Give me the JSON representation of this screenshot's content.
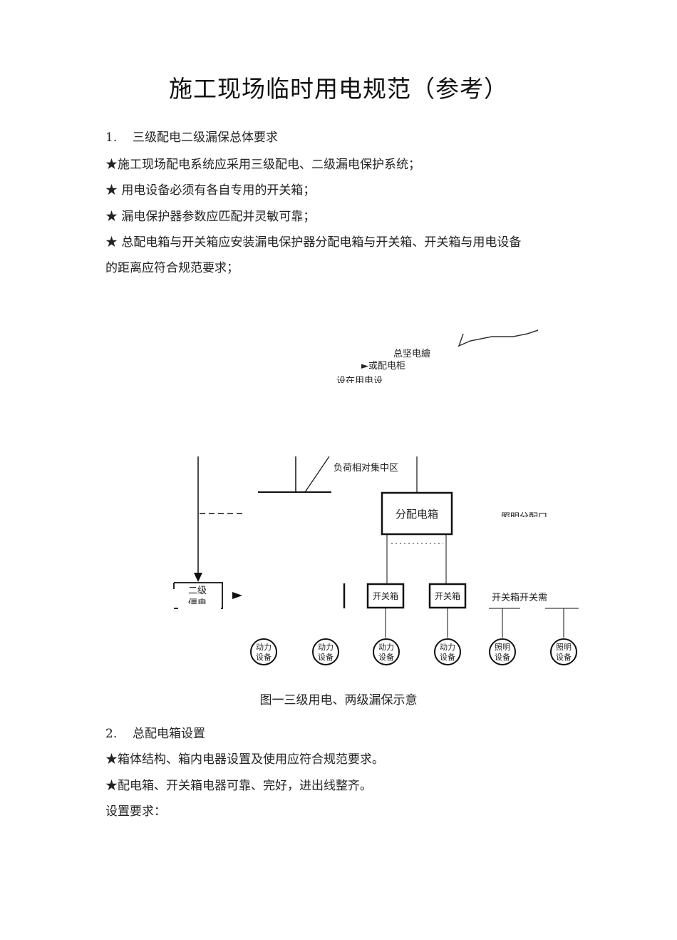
{
  "title": "施工现场临时用电规范（参考）",
  "section1": {
    "number": "1.",
    "heading": "三级配电二级漏保总体要求",
    "items": [
      "★施工现场配电系统应采用三级配电、二级漏电保护系统；",
      "★ 用电设备必须有各自专用的开关箱；",
      "★ 漏电保护器参数应匹配并灵敏可靠；",
      "★ 总配电箱与开关箱应安装漏电保护器分配电箱与开关箱、开关箱与用电设备",
      "的距离应符合规范要求；"
    ]
  },
  "diagram": {
    "main_box_label_1": "总坚电繪",
    "main_box_label_2": "►或配电柜",
    "device_area_label": "设在用电设",
    "load_area_label": "负荷相对集中区",
    "distribution_box": "分配电箱",
    "lighting_label": "照明分配口",
    "secondary_label_1": "二级",
    "secondary_label_2": "僵电",
    "switch_box_1": "开关箱",
    "switch_box_2": "开关箱",
    "switch_labels": "开关箱开关需",
    "devices": [
      [
        "动力",
        "设备"
      ],
      [
        "动力",
        "设备"
      ],
      [
        "动力",
        "设备"
      ],
      [
        "动力",
        "设备"
      ],
      [
        "照明",
        "设备"
      ],
      [
        "照明",
        "设备"
      ]
    ]
  },
  "caption": "图一三级用电、两级漏保示意",
  "section2": {
    "number": "2.",
    "heading": "总配电箱设置",
    "items": [
      "★箱体结构、箱内电器设置及使用应符合规范要求。",
      "★配电箱、开关箱电器可靠、完好，进出线整齐。",
      "设置要求："
    ]
  }
}
